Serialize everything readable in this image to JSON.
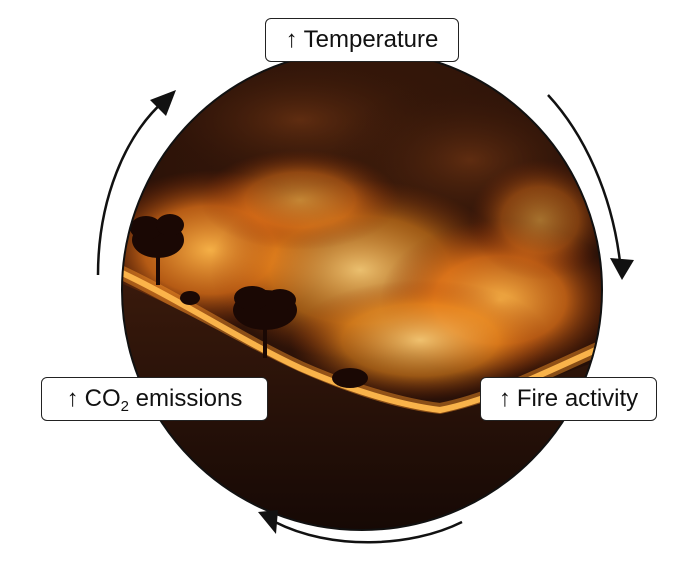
{
  "cycle": {
    "nodes": [
      {
        "key": "temperature",
        "arrow": "↑",
        "text": "Temperature"
      },
      {
        "key": "fire",
        "arrow": "↑",
        "text": "Fire activity"
      },
      {
        "key": "co2",
        "arrow": "↑",
        "text_main": "CO",
        "text_sub": "2",
        "text_rest": " emissions"
      }
    ],
    "direction": "clockwise"
  },
  "image": {
    "subject": "wildfire on hillside at night",
    "icon": "wildfire-photo"
  },
  "colors": {
    "stroke": "#111111",
    "fire_orange": "#ff8a1a",
    "smoke_dark": "#2a1308"
  }
}
